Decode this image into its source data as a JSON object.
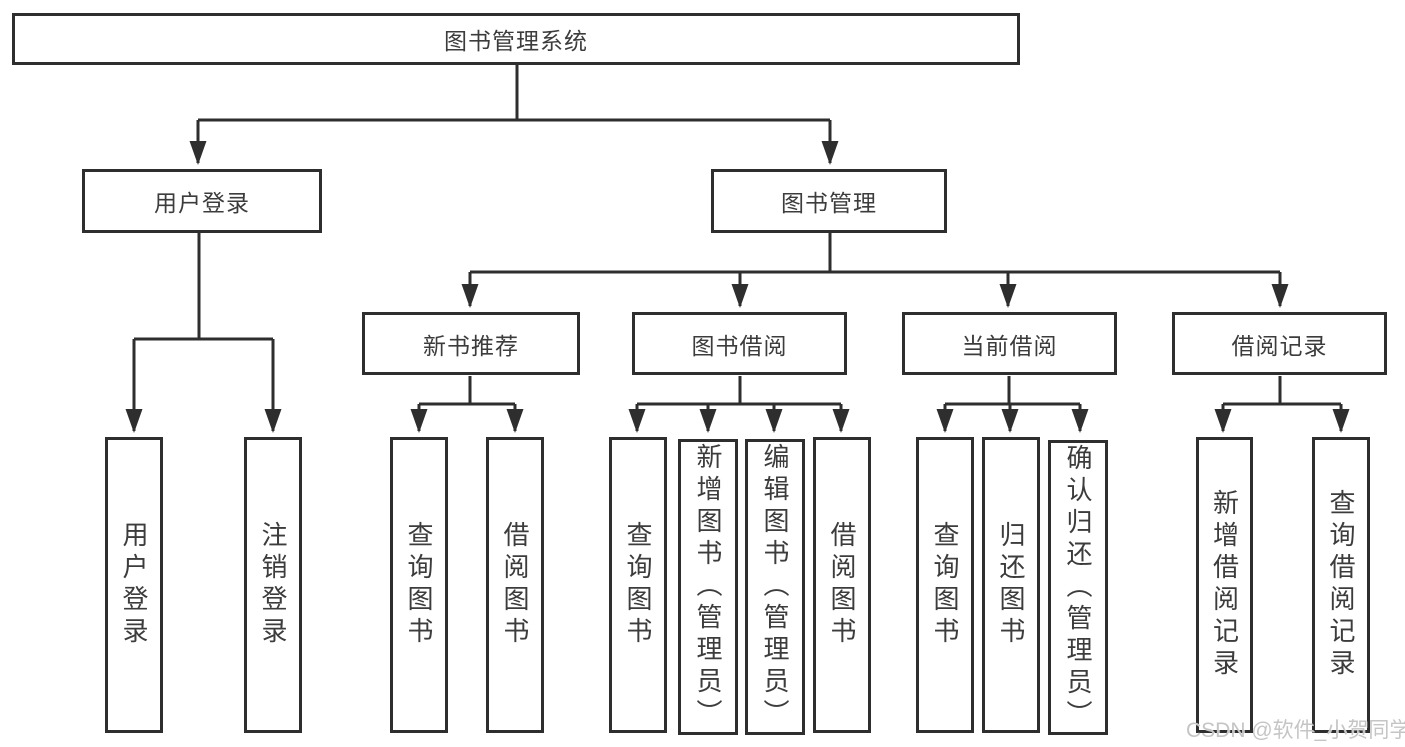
{
  "colors": {
    "background": "#ffffff",
    "line": "#2e2e2e",
    "box_border": "#2e2e2e",
    "text": "#3c3c3c",
    "watermark": "#c5c5c5"
  },
  "watermark": {
    "text": "CSDN @软件_小贺同学"
  },
  "nodes": {
    "root": {
      "label": "图书管理系统"
    },
    "login": {
      "label": "用户登录"
    },
    "mgmt": {
      "label": "图书管理"
    },
    "rec": {
      "label": "新书推荐"
    },
    "borrow": {
      "label": "图书借阅"
    },
    "current": {
      "label": "当前借阅"
    },
    "records": {
      "label": "借阅记录"
    },
    "leaf_login": {
      "label": "用户登录"
    },
    "leaf_logout": {
      "label": "注销登录"
    },
    "leaf_rec_query": {
      "label": "查询图书"
    },
    "leaf_rec_borrow": {
      "label": "借阅图书"
    },
    "leaf_bb_query": {
      "label": "查询图书"
    },
    "leaf_bb_add": {
      "label": "新增图书（管理员）"
    },
    "leaf_bb_edit": {
      "label": "编辑图书（管理员）"
    },
    "leaf_bb_borrow": {
      "label": "借阅图书"
    },
    "leaf_cb_query": {
      "label": "查询图书"
    },
    "leaf_cb_return": {
      "label": "归还图书"
    },
    "leaf_cb_confirm": {
      "label": "确认归还（管理员）"
    },
    "leaf_br_add": {
      "label": "新增借阅记录"
    },
    "leaf_br_query": {
      "label": "查询借阅记录"
    }
  },
  "hierarchy": {
    "图书管理系统": [
      "用户登录",
      "图书管理"
    ],
    "用户登录": [
      "用户登录",
      "注销登录"
    ],
    "图书管理": [
      "新书推荐",
      "图书借阅",
      "当前借阅",
      "借阅记录"
    ],
    "新书推荐": [
      "查询图书",
      "借阅图书"
    ],
    "图书借阅": [
      "查询图书",
      "新增图书（管理员）",
      "编辑图书（管理员）",
      "借阅图书"
    ],
    "当前借阅": [
      "查询图书",
      "归还图书",
      "确认归还（管理员）"
    ],
    "借阅记录": [
      "新增借阅记录",
      "查询借阅记录"
    ]
  }
}
